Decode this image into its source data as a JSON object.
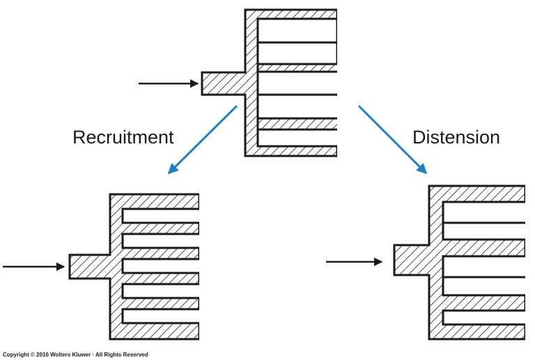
{
  "labels": {
    "left": "Recruitment",
    "right": "Distension"
  },
  "copyright": "Copyright © 2016 Wolters Kluwer · All Rights Reserved",
  "colors": {
    "wall": "#1a1a1a",
    "arrow_black": "#1a1a1a",
    "arrow_blue": "#1f7fc4"
  }
}
